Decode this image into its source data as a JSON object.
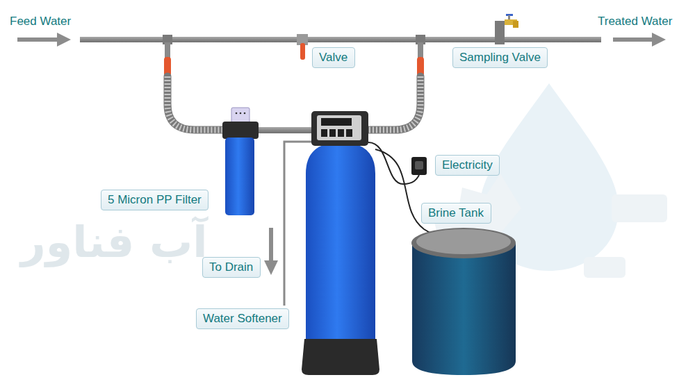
{
  "diagram": {
    "nodes": [
      {
        "text": [
          "Valve"
        ]
      },
      {
        "text": [
          "Sampling Valve"
        ]
      },
      {
        "text": [
          "Electricity"
        ]
      },
      {
        "text": [
          "5 Micron PP Filter"
        ]
      },
      {
        "text": [
          "Brine Tank"
        ]
      },
      {
        "text": [
          "To Drain"
        ]
      },
      {
        "text": [
          "Water Softener"
        ]
      }
    ],
    "labels": [
      "Feed Water",
      "Treated Water",
      "آب فناور"
    ]
  }
}
